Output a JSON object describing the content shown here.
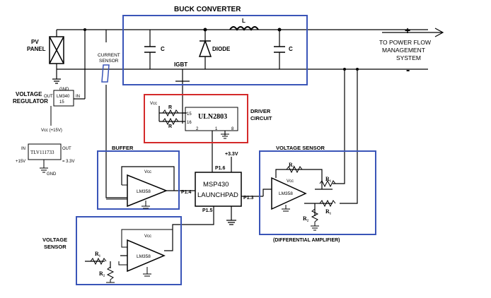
{
  "labels": {
    "buck_converter": "BUCK CONVERTER",
    "pv_panel_1": "PV",
    "pv_panel_2": "PANEL",
    "cap_left": "C",
    "cap_right": "C",
    "inductor": "L",
    "diode": "DIODE",
    "igbt": "IGBT",
    "current_sensor_1": "CURRENT",
    "current_sensor_2": "SENSOR",
    "voltage_regulator_1": "VOLTAGE",
    "voltage_regulator_2": "REGULATOR",
    "lm340": "LM340",
    "lm340_num": "15",
    "gnd_pin": "GND",
    "out_pin": "OUT",
    "in_pin": "IN",
    "vcc_15": "Vᴄᴄ (+15V)",
    "tlv_in": "IN",
    "tlv": "TLV111733",
    "tlv_out": "OUT",
    "tlv_15v": "+15V",
    "tlv_33v": "= 3.3V",
    "tlv_gnd": "GND",
    "driver_1": "DRIVER",
    "driver_2": "CIRCUIT",
    "uln": "ULN2803",
    "r1": "R",
    "r2": "R",
    "vcc_driver": "Vᴄᴄ",
    "pin15": "15",
    "pin16": "16",
    "pin2": "2",
    "pin1": "1",
    "pin8": "8",
    "buffer": "BUFFER",
    "plus33": "+3.3V",
    "p16": "P1.6",
    "p14": "P1.4",
    "p13": "P1.3",
    "p15": "P1.5",
    "msp_1": "MSP430",
    "msp_2": "LAUNCHPAD",
    "lm358": "LM358",
    "vcc_op": "Vᴄᴄ",
    "voltage_sensor_right": "VOLTAGE SENSOR",
    "voltage_sensor_left_1": "VOLTAGE",
    "voltage_sensor_left_2": "SENSOR",
    "diff_amp": "(DIFFERENTIAL AMPLIFIER)",
    "r_2": "R₂",
    "r_1": "R₁",
    "plus": "+",
    "minus": "-",
    "to_pfm_1": "TO POWER FLOW",
    "to_pfm_2": "MANAGEMENT",
    "to_pfm_3": "SYSTEM"
  },
  "colors": {
    "blue_box": "#3a55b8",
    "red_box": "#d42a2a",
    "wire": "#000000"
  }
}
